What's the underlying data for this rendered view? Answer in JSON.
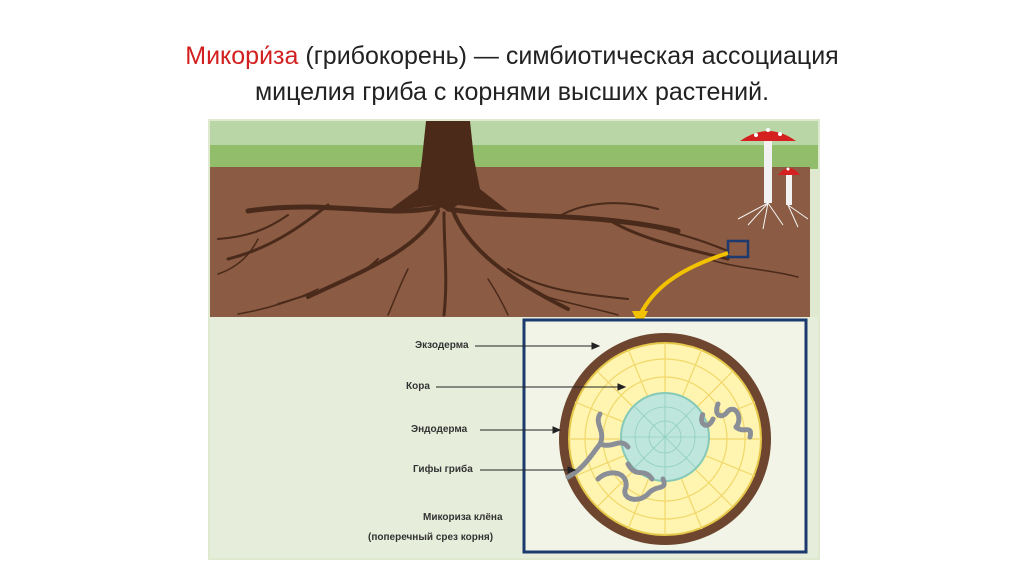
{
  "title": {
    "accent": "Микори́за",
    "line1_rest": " (грибокорень) — симбиотическая ассоциация",
    "line2": "мицелия гриба с корнями высших растений."
  },
  "diagram": {
    "labels": {
      "exoderm": "Экзодерма",
      "cortex": "Кора",
      "endoderm": "Эндодерма",
      "hyphae": "Гифы гриба",
      "caption1": "Микориза клёна",
      "caption2": "(поперечный срез корня)"
    },
    "colors": {
      "sky": "#b8d9a8",
      "grass": "#8fbf6a",
      "soil": "#8a5a42",
      "root": "#4a2a1a",
      "panel": "#e4ecd8",
      "frame": "#1d3a6e",
      "cortex": "#fff2a8",
      "endoderm": "#bfe6dc",
      "exoderm_cells": "#6e4630",
      "mushroom_cap": "#d42020",
      "arrow": "#f2c200"
    }
  }
}
